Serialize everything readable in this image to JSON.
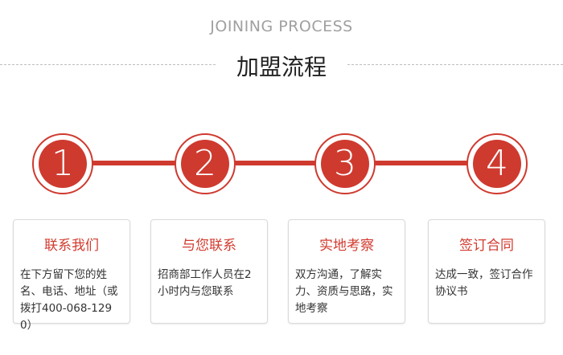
{
  "header": {
    "english_title": "JOINING PROCESS",
    "chinese_title": "加盟流程"
  },
  "colors": {
    "accent": "#cf3a2f",
    "text_dark": "#333333",
    "subtitle_gray": "#a0a0a0"
  },
  "steps": [
    {
      "number": "1",
      "title": "联系我们",
      "description": "在下方留下您的姓名、电话、地址（或拨打400-068-1290）"
    },
    {
      "number": "2",
      "title": "与您联系",
      "description": "招商部工作人员在2小时内与您联系"
    },
    {
      "number": "3",
      "title": "实地考察",
      "description": "双方沟通，了解实力、资质与思路，实地考察"
    },
    {
      "number": "4",
      "title": "签订合同",
      "description": "达成一致，签订合作协议书"
    }
  ]
}
